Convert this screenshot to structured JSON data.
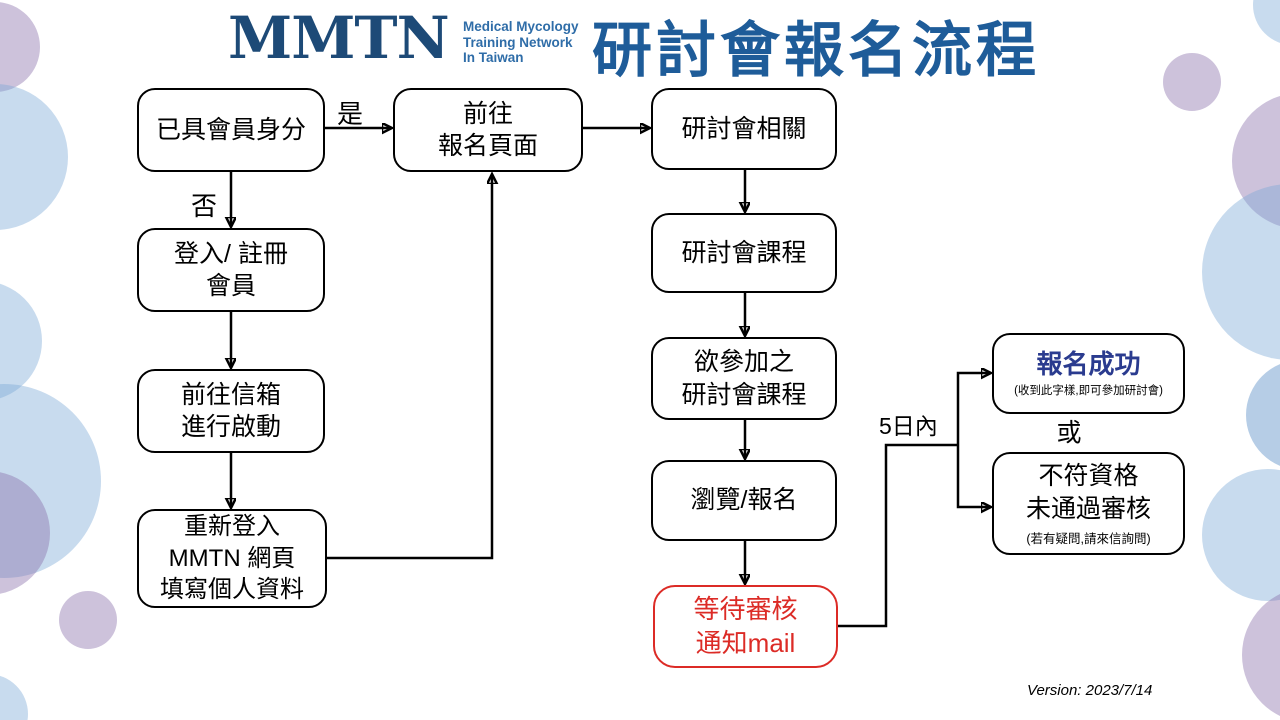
{
  "header": {
    "logo": {
      "acronym": "MMTN",
      "tagline_lines": [
        "Medical Mycology",
        "Training Network",
        "In Taiwan"
      ]
    },
    "title": "研討會報名流程"
  },
  "nodes": {
    "member": {
      "label": "已具會員身分"
    },
    "goto_registration": {
      "label": "前往\n報名頁面"
    },
    "seminar_related": {
      "label": "研討會相關"
    },
    "login_register": {
      "label": "登入/ 註冊\n會員"
    },
    "seminar_course": {
      "label": "研討會課程"
    },
    "mailbox_activate": {
      "label": "前往信箱\n進行啟動"
    },
    "desired_course": {
      "label": "欲參加之\n研討會課程"
    },
    "relogin_fill": {
      "label": "重新登入\nMMTN 網頁\n填寫個人資料"
    },
    "browse_register": {
      "label": "瀏覽/報名"
    },
    "wait_review": {
      "label": "等待審核\n通知mail"
    },
    "success": {
      "label": "報名成功",
      "note": "(收到此字樣,即可參加研討會)"
    },
    "fail": {
      "label": "不符資格\n未通過審核",
      "note": "(若有疑問,請來信詢問)"
    }
  },
  "edge_labels": {
    "yes": "是",
    "no": "否",
    "within_days": "5日內",
    "or": "或"
  },
  "footer": {
    "version": "Version: 2023/7/14"
  },
  "colors": {
    "title_blue": "#1E5C99",
    "logo_blue": "#1D4A77",
    "tagline_blue": "#2F6DA8",
    "success_navy": "#2A3B8F",
    "alert_red": "#DC2B26",
    "line_black": "#000000"
  }
}
